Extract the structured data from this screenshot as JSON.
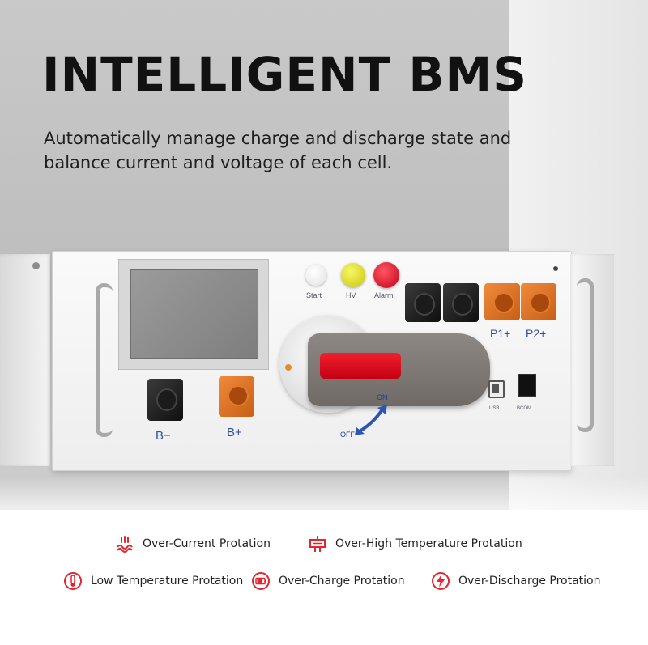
{
  "header": {
    "title": "INTELLIGENT BMS",
    "subtitle_line1": "Automatically manage charge and discharge state and",
    "subtitle_line2": "balance current and voltage of each cell."
  },
  "device": {
    "buttons": {
      "start": "Start",
      "hv": "HV",
      "alarm": "Alarm"
    },
    "connectors": {
      "b_minus": "B−",
      "b_plus": "B+",
      "p1_plus": "P1+",
      "p2_plus": "P2+"
    },
    "switch": {
      "on": "ON",
      "off": "OFF"
    },
    "ports": {
      "usb": "USB",
      "bcom": "BCOM"
    },
    "colors": {
      "start_button": "#ffffff",
      "hv_button": "#e5e000",
      "alarm_button": "#e3001b",
      "terminal_positive": "#e0782c",
      "terminal_negative": "#1a1a1a",
      "lever_accent": "#e3001b"
    }
  },
  "features": [
    {
      "icon": "over-current-icon",
      "label": "Over-Current Protation"
    },
    {
      "icon": "over-temperature-icon",
      "label": "Over-High Temperature Protation"
    },
    {
      "icon": "low-temperature-icon",
      "label": "Low Temperature Protation"
    },
    {
      "icon": "over-charge-icon",
      "label": "Over-Charge Protation"
    },
    {
      "icon": "over-discharge-icon",
      "label": "Over-Discharge Protation"
    }
  ],
  "accent_color": "#e4242e"
}
